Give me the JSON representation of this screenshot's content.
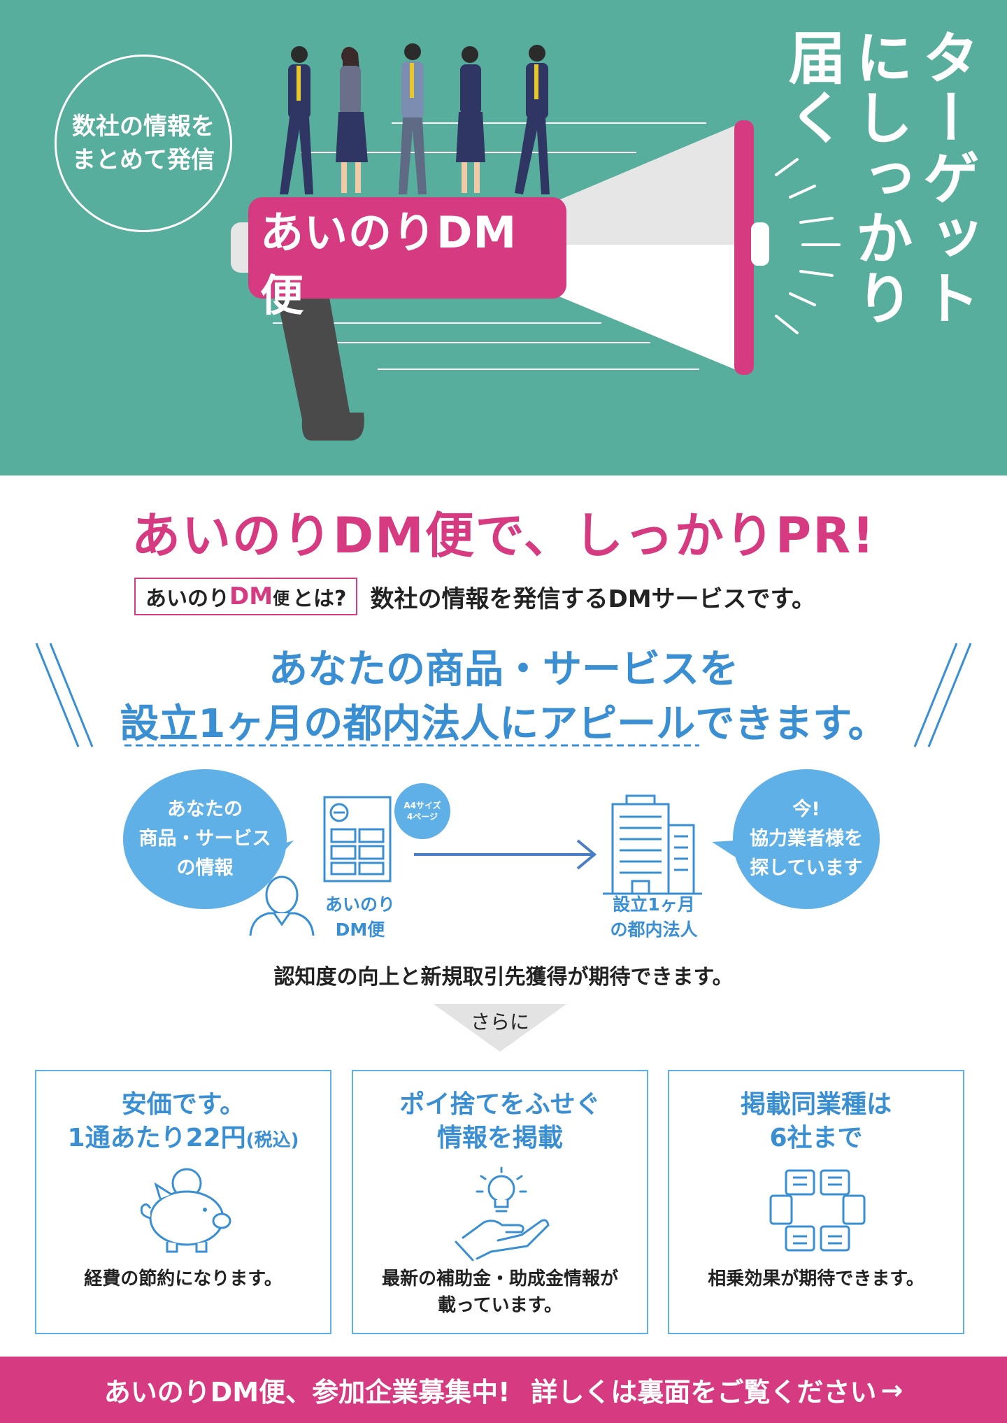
{
  "hero": {
    "bubble_line1": "数社の情報を",
    "bubble_line2": "まとめて発信",
    "product_name": "あいのりDM便",
    "vertical_title": "ターゲットにしっかり届く",
    "colors": {
      "background": "#58ae9c",
      "accent": "#d63a80",
      "handle": "#4a4a4a"
    }
  },
  "headline": "あいのりDM便で、しっかりPR!",
  "whatis": {
    "part_ainori": "あいのり",
    "part_dm": "DM",
    "part_bin": "便",
    "part_question": "とは?",
    "description": "数社の情報を発信するDMサービスです。"
  },
  "appeal": {
    "line1": "あなたの商品・サービスを",
    "line2": "設立1ヶ月の都内法人にアピールできます。"
  },
  "flow": {
    "left_bubble": [
      "あなたの",
      "商品・サービス",
      "の情報"
    ],
    "badge": [
      "A4サイズ",
      "4ページ"
    ],
    "left_label": [
      "あいのり",
      "DM便"
    ],
    "right_label": [
      "設立1ヶ月",
      "の都内法人"
    ],
    "right_bubble": [
      "今!",
      "協力業者様を",
      "探しています"
    ],
    "icons": [
      "person-icon",
      "document-icon",
      "arrow-icon",
      "building-icon"
    ]
  },
  "expect": "認知度の向上と新規取引先獲得が期待できます。",
  "sarani": "さらに",
  "features": [
    {
      "title1": "安価です。",
      "title2_main": "1通あたり22円",
      "title2_small": "(税込)",
      "desc1": "経費の節約になります。",
      "desc2": "",
      "icon": "piggy-bank-icon"
    },
    {
      "title1": "ポイ捨てをふせぐ",
      "title2_main": "情報を掲載",
      "title2_small": "",
      "desc1": "最新の補助金・助成金情報が",
      "desc2": "載っています。",
      "icon": "lightbulb-hand-icon"
    },
    {
      "title1": "掲載同業種は",
      "title2_main": "6社まで",
      "title2_small": "",
      "desc1": "相乗効果が期待できます。",
      "desc2": "",
      "icon": "handshake-icon"
    }
  ],
  "footer": {
    "part1": "あいのりDM便、参加企業募集中!",
    "part2": "詳しくは裏面をご覧ください",
    "arrow": "→"
  }
}
